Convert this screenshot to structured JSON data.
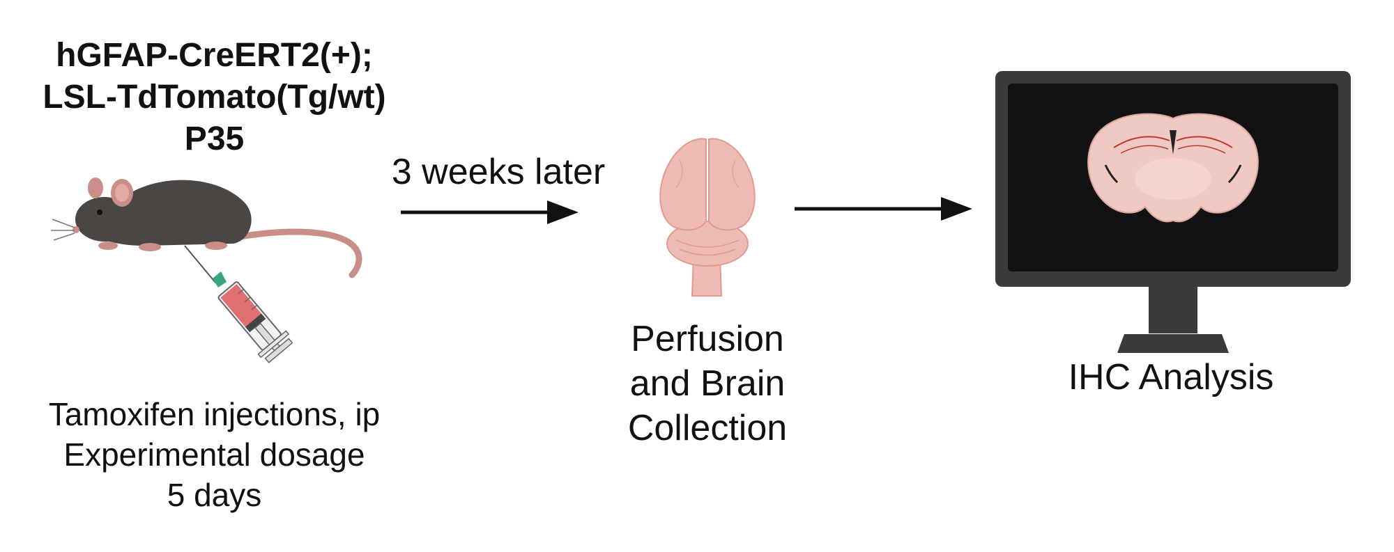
{
  "mouse_block": {
    "genotype_line1": "hGFAP-CreERT2(+);",
    "genotype_line2": "LSL-TdTomato(Tg/wt)",
    "age": "P35",
    "treatment_line1": "Tamoxifen injections, ip",
    "treatment_line2": "Experimental dosage",
    "treatment_line3": "5 days"
  },
  "step1_arrow": {
    "label": "3 weeks later"
  },
  "brain_block": {
    "label_line1": "Perfusion",
    "label_line2": "and Brain",
    "label_line3": "Collection"
  },
  "analysis_block": {
    "label": "IHC Analysis"
  },
  "colors": {
    "mouse_fur": "#4a4644",
    "mouse_pink": "#c98e88",
    "brain_fill": "#eebcb4",
    "brain_outline": "#e09a90",
    "monitor_frame": "#3b3b3b",
    "monitor_screen": "#121212",
    "slice_fill": "#efc9c2",
    "syringe_liquid": "#e07070",
    "needle_green": "#3aa57a",
    "arrow": "#111111"
  },
  "icons": [
    "mouse-icon",
    "syringe-icon",
    "brain-icon",
    "monitor-icon",
    "brain-slice-icon"
  ]
}
